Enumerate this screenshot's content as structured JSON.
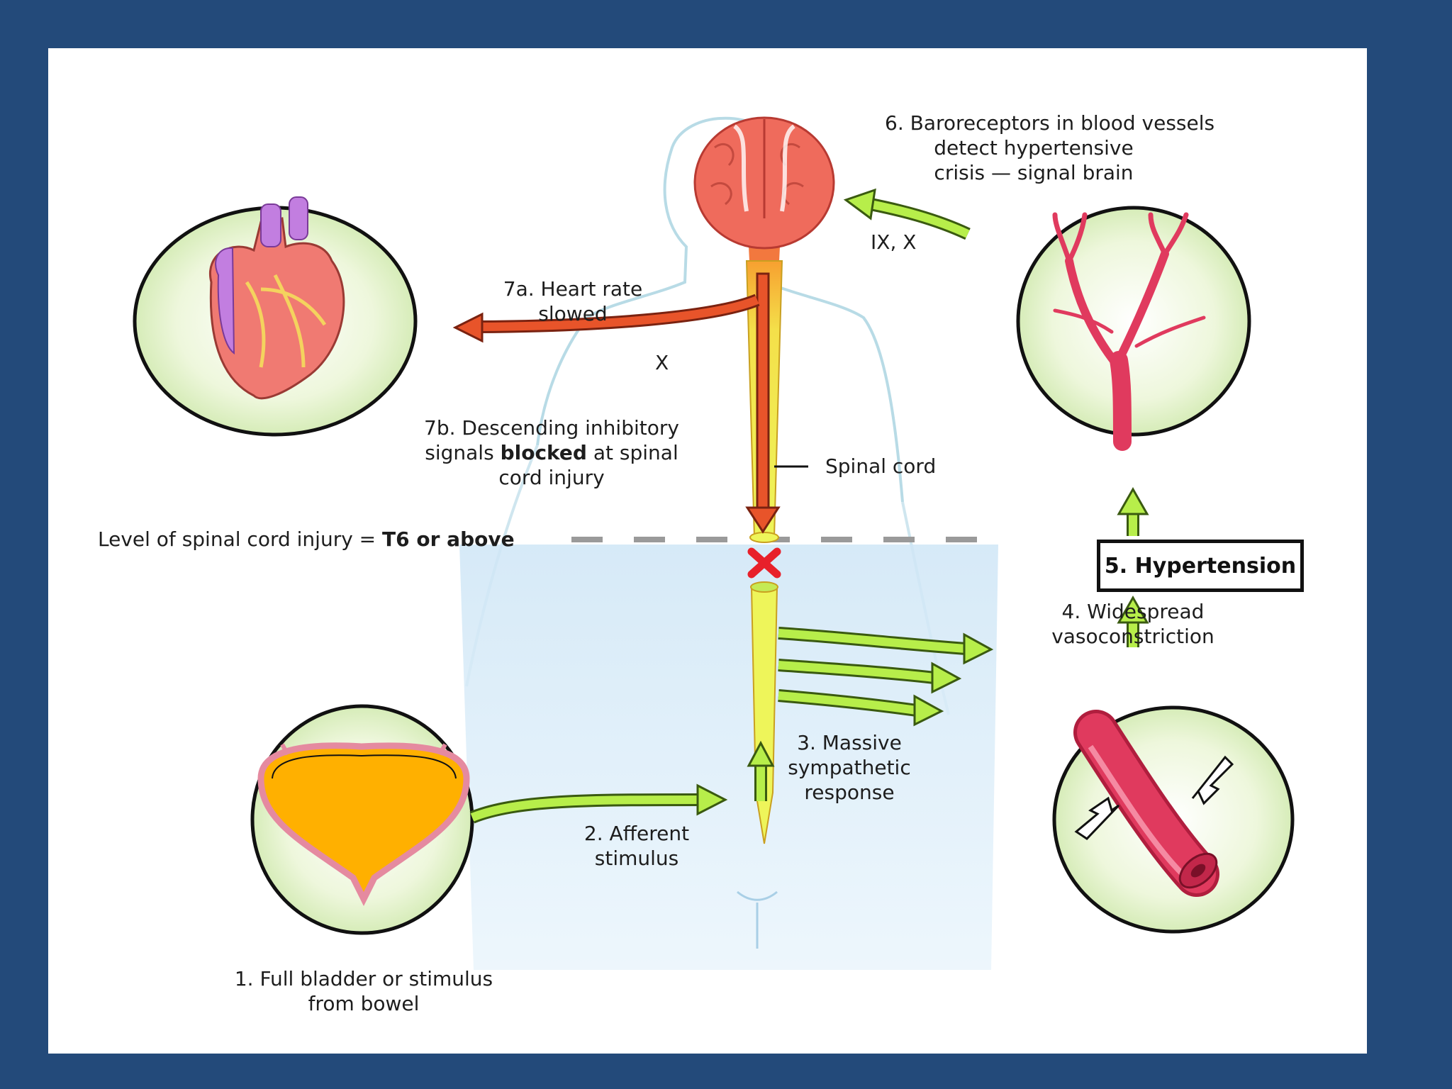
{
  "labels": {
    "step6": [
      "6. Baroreceptors in blood vessels",
      "detect hypertensive",
      "crisis — signal brain"
    ],
    "nerves_ix_x": "IX, X",
    "step7a": [
      "7a. Heart rate",
      "slowed"
    ],
    "nerve_x": "X",
    "step7b": {
      "line1": "7b. Descending inhibitory",
      "line2_pre": "signals ",
      "line2_bold": "blocked",
      "line2_post": " at spinal",
      "line3": "cord injury"
    },
    "spinal_cord": "Spinal cord",
    "injury_level": {
      "text": "Level of spinal cord injury = ",
      "bold": "T6 or above"
    },
    "step5": "5. Hypertension",
    "step4": [
      "4. Widespread",
      "vasoconstriction"
    ],
    "step3": [
      "3. Massive",
      "sympathetic",
      "response"
    ],
    "step2": [
      "2. Afferent",
      "stimulus"
    ],
    "step1": [
      "1. Full bladder or stimulus",
      "from bowel"
    ]
  },
  "colors": {
    "background": "#234a7a",
    "panel": "#ffffff",
    "green_arrow": "#b7ee4a",
    "orange_arrow": "#e8542a",
    "spinal_cord": "#eef55a",
    "brain": "#ef6b5c",
    "bladder": "#ffb000",
    "vessel": "#e03a5e",
    "heart": "#f07a72",
    "aorta": "#c27ee0",
    "injury_x": "#e8202a"
  },
  "icons": [
    "brain-icon",
    "heart-icon",
    "bladder-icon",
    "artery-icon",
    "blood-vessels-icon",
    "injury-x-icon"
  ]
}
